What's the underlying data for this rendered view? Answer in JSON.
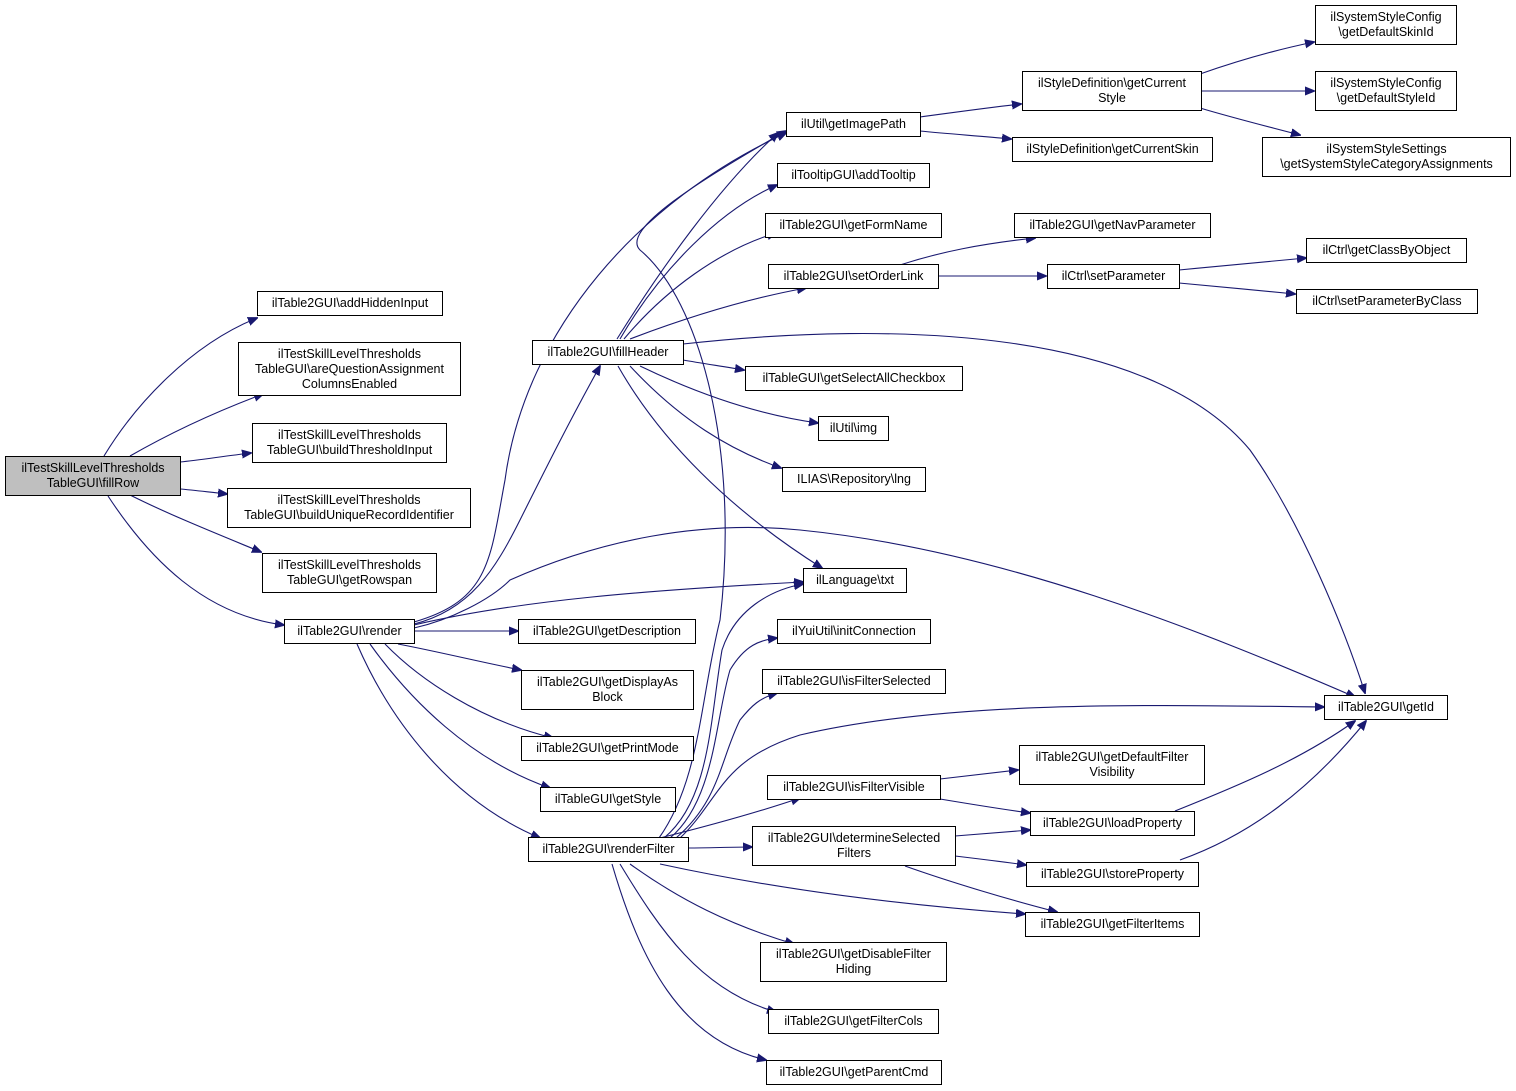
{
  "colors": {
    "edge": "#191970",
    "node_border": "#000000",
    "root_fill": "#bfbfbf",
    "node_fill": "#ffffff"
  },
  "nodes": {
    "fillRow": "ilTestSkillLevelThresholds\nTableGUI\\fillRow",
    "addHiddenInput": "ilTable2GUI\\addHiddenInput",
    "areQuestionAssignment": "ilTestSkillLevelThresholds\nTableGUI\\areQuestionAssignment\nColumnsEnabled",
    "buildThresholdInput": "ilTestSkillLevelThresholds\nTableGUI\\buildThresholdInput",
    "buildUniqueRecordIdentifier": "ilTestSkillLevelThresholds\nTableGUI\\buildUniqueRecordIdentifier",
    "getRowspan": "ilTestSkillLevelThresholds\nTableGUI\\getRowspan",
    "render": "ilTable2GUI\\render",
    "fillHeader": "ilTable2GUI\\fillHeader",
    "getImagePath": "ilUtil\\getImagePath",
    "addTooltip": "ilTooltipGUI\\addTooltip",
    "getFormName": "ilTable2GUI\\getFormName",
    "setOrderLink": "ilTable2GUI\\setOrderLink",
    "getSelectAllCheckbox": "ilTableGUI\\getSelectAllCheckbox",
    "img": "ilUtil\\img",
    "lng": "ILIAS\\Repository\\lng",
    "txt": "ilLanguage\\txt",
    "initConnection": "ilYuiUtil\\initConnection",
    "isFilterSelected": "ilTable2GUI\\isFilterSelected",
    "getDescription": "ilTable2GUI\\getDescription",
    "getDisplayAsBlock": "ilTable2GUI\\getDisplayAs\nBlock",
    "getPrintMode": "ilTable2GUI\\getPrintMode",
    "getStyle": "ilTableGUI\\getStyle",
    "renderFilter": "ilTable2GUI\\renderFilter",
    "isFilterVisible": "ilTable2GUI\\isFilterVisible",
    "determineSelectedFilters": "ilTable2GUI\\determineSelected\nFilters",
    "getDisableFilterHiding": "ilTable2GUI\\getDisableFilter\nHiding",
    "getFilterCols": "ilTable2GUI\\getFilterCols",
    "getParentCmd": "ilTable2GUI\\getParentCmd",
    "getCurrentStyle": "ilStyleDefinition\\getCurrent\nStyle",
    "getCurrentSkin": "ilStyleDefinition\\getCurrentSkin",
    "getNavParameter": "ilTable2GUI\\getNavParameter",
    "setParameter": "ilCtrl\\setParameter",
    "getDefaultFilterVisibility": "ilTable2GUI\\getDefaultFilter\nVisibility",
    "loadProperty": "ilTable2GUI\\loadProperty",
    "storeProperty": "ilTable2GUI\\storeProperty",
    "getFilterItems": "ilTable2GUI\\getFilterItems",
    "getDefaultSkinId": "ilSystemStyleConfig\n\\getDefaultSkinId",
    "getDefaultStyleId": "ilSystemStyleConfig\n\\getDefaultStyleId",
    "getSystemStyleCategoryAssignments": "ilSystemStyleSettings\n\\getSystemStyleCategoryAssignments",
    "getClassByObject": "ilCtrl\\getClassByObject",
    "setParameterByClass": "ilCtrl\\setParameterByClass",
    "getId": "ilTable2GUI\\getId"
  }
}
